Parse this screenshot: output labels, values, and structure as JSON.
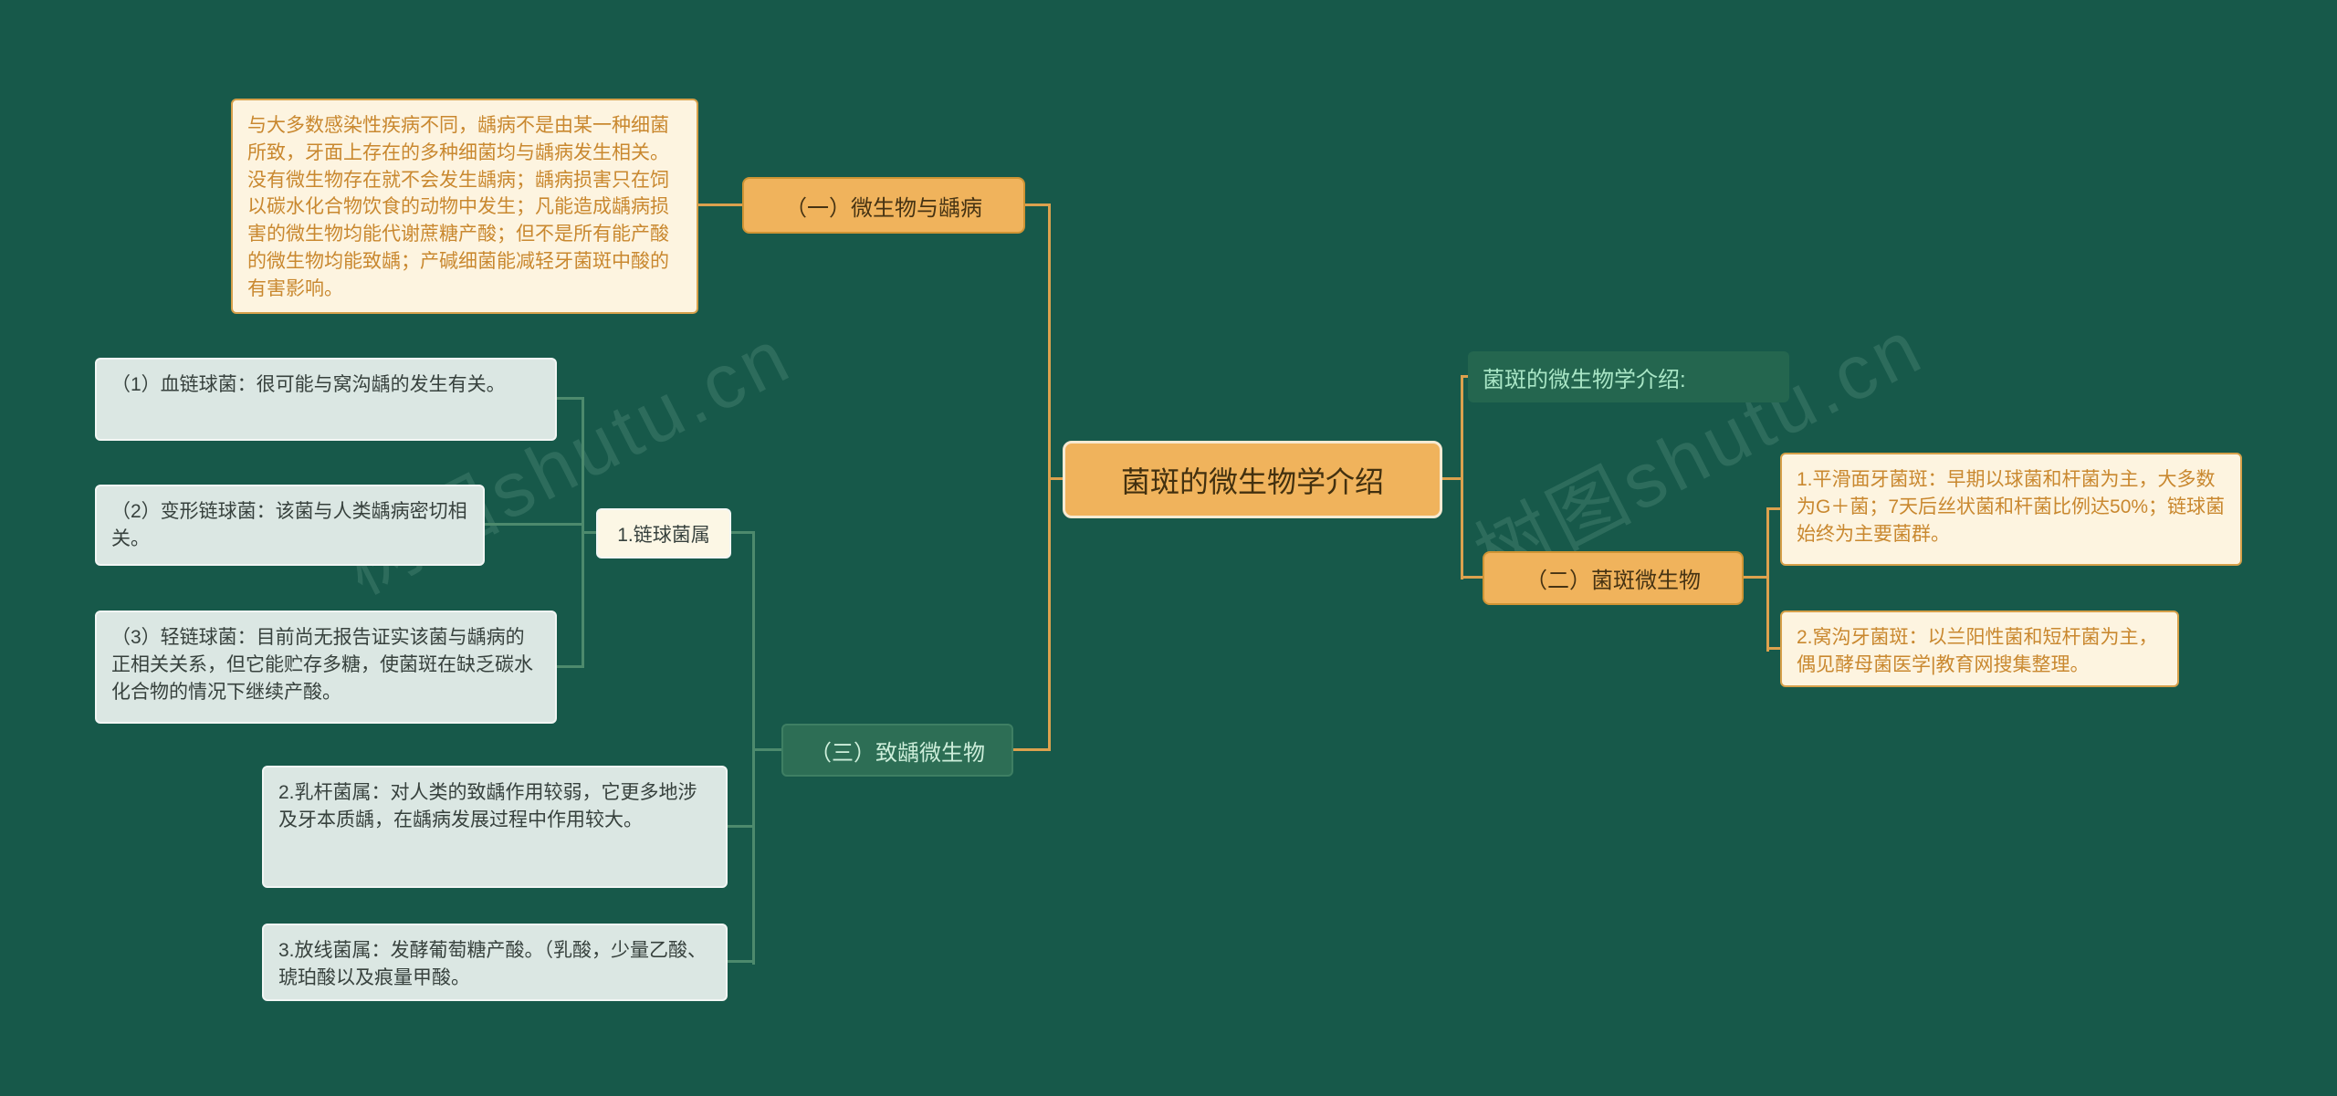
{
  "watermark": "树图shutu.cn",
  "central": {
    "label": "菌斑的微生物学介绍"
  },
  "left": {
    "note": "与大多数感染性疾病不同，龋病不是由某一种细菌所致，牙面上存在的多种细菌均与龋病发生相关。没有微生物存在就不会发生龋病；龋病损害只在饲以碳水化合物饮食的动物中发生；凡能造成龋病损害的微生物均能代谢蔗糖产酸；但不是所有能产酸的微生物均能致龋；产碱细菌能减轻牙菌斑中酸的有害影响。",
    "branch_one": "（一）微生物与龋病",
    "branch_three": "（三）致龋微生物",
    "strep_group": "1.链球菌属",
    "strep_items": [
      "（1）血链球菌：很可能与窝沟龋的发生有关。",
      "（2）变形链球菌：该菌与人类龋病密切相关。",
      "（3）轻链球菌：目前尚无报告证实该菌与龋病的正相关关系，但它能贮存多糖，使菌斑在缺乏碳水化合物的情况下继续产酸。"
    ],
    "lactobacillus": "2.乳杆菌属：对人类的致龋作用较弱，它更多地涉及牙本质龋，在龋病发展过程中作用较大。",
    "actinomyces": "3.放线菌属：发酵葡萄糖产酸。（乳酸，少量乙酸、琥珀酸以及痕量甲酸。"
  },
  "right": {
    "intro_label": "菌斑的微生物学介绍:",
    "branch_two": "（二）菌斑微生物",
    "plaque_items": [
      "1.平滑面牙菌斑：早期以球菌和杆菌为主，大多数为G＋菌；7天后丝状菌和杆菌比例达50%；链球菌始终为主要菌群。",
      "2.窝沟牙菌斑：以兰阳性菌和短杆菌为主，偶见酵母菌医学|教育网搜集整理。"
    ]
  },
  "colors": {
    "background": "#17594a",
    "topic_fill": "#f0b35c",
    "line_orange": "#dca14e",
    "line_green": "#4d8a6d",
    "note_bg": "#fdf4e0",
    "note_text": "#c9882f",
    "item_bg": "#dbe7e3",
    "green_topic_bg": "#2d6e55"
  }
}
